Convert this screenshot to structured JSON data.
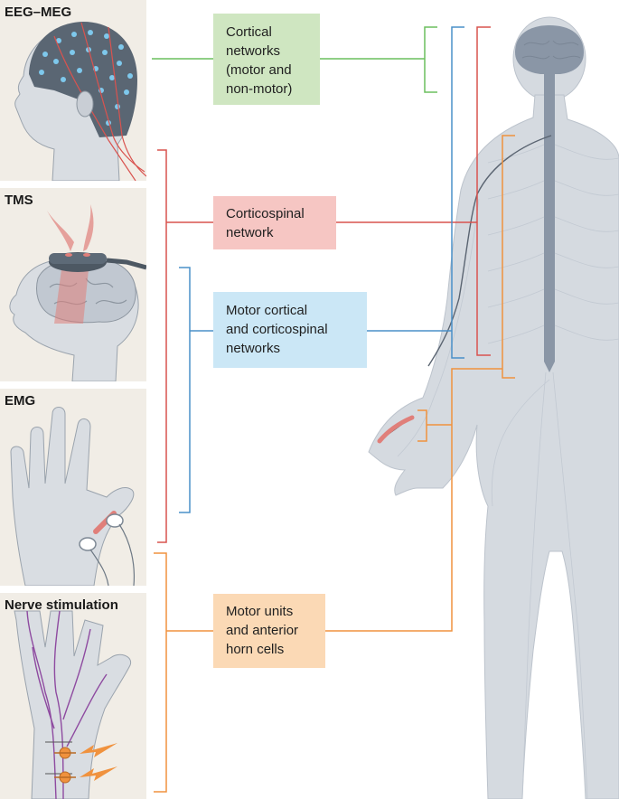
{
  "panels": {
    "eeg_meg": "EEG–MEG",
    "tms": "TMS",
    "emg": "EMG",
    "nerve": "Nerve stimulation"
  },
  "labels": {
    "cortical": "Cortical\nnetworks\n(motor and\nnon-motor)",
    "corticospinal": "Corticospinal\nnetwork",
    "motor_cortical": "Motor cortical\nand corticospinal\nnetworks",
    "motor_units": "Motor units\nand anterior\nhorn cells"
  },
  "colors": {
    "green": "#6cbf5f",
    "red": "#d9534f",
    "blue": "#4a90c8",
    "orange": "#f0923e",
    "green_box": "#cfe6c1",
    "red_box": "#f6c6c3",
    "blue_box": "#cbe7f6",
    "orange_box": "#fbd9b5",
    "body_fill": "#d5dae0",
    "nerve_color": "#8a96a6"
  }
}
